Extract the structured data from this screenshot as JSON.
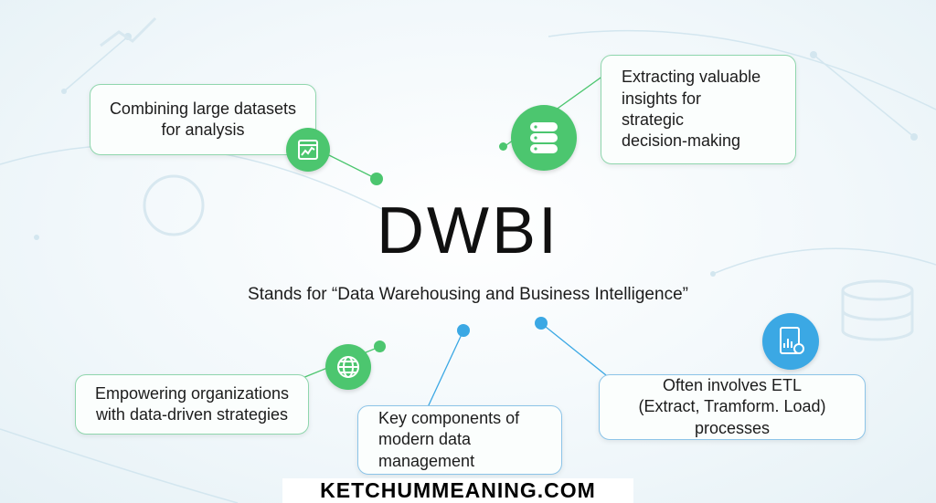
{
  "diagram": {
    "title": "DWBI",
    "subtitle": "Stands for “Data Warehousing and Business Intelligence”",
    "boxes": {
      "top_left": "Combining large datasets\nfor analysis",
      "top_right": "Extracting valuable\ninsights for\nstrategic\ndecision-making",
      "bottom_left": "Empowering organizations\nwith data-driven strategies",
      "bottom_center": "Key components of\nmodern data management",
      "bottom_right": "Often involves ETL\n(Extract, Tramform. Load) processes"
    },
    "icons": {
      "top_left": "chart-icon",
      "top_right": "database-icon",
      "bottom_left": "globe-icon",
      "bottom_right": "report-icon"
    }
  },
  "watermark": "KETCHUMMEANING.COM",
  "colors": {
    "green": "#4cc66f",
    "blue": "#3ba8e4",
    "green_border": "#8fd6ad",
    "blue_border": "#8cc4e8"
  }
}
